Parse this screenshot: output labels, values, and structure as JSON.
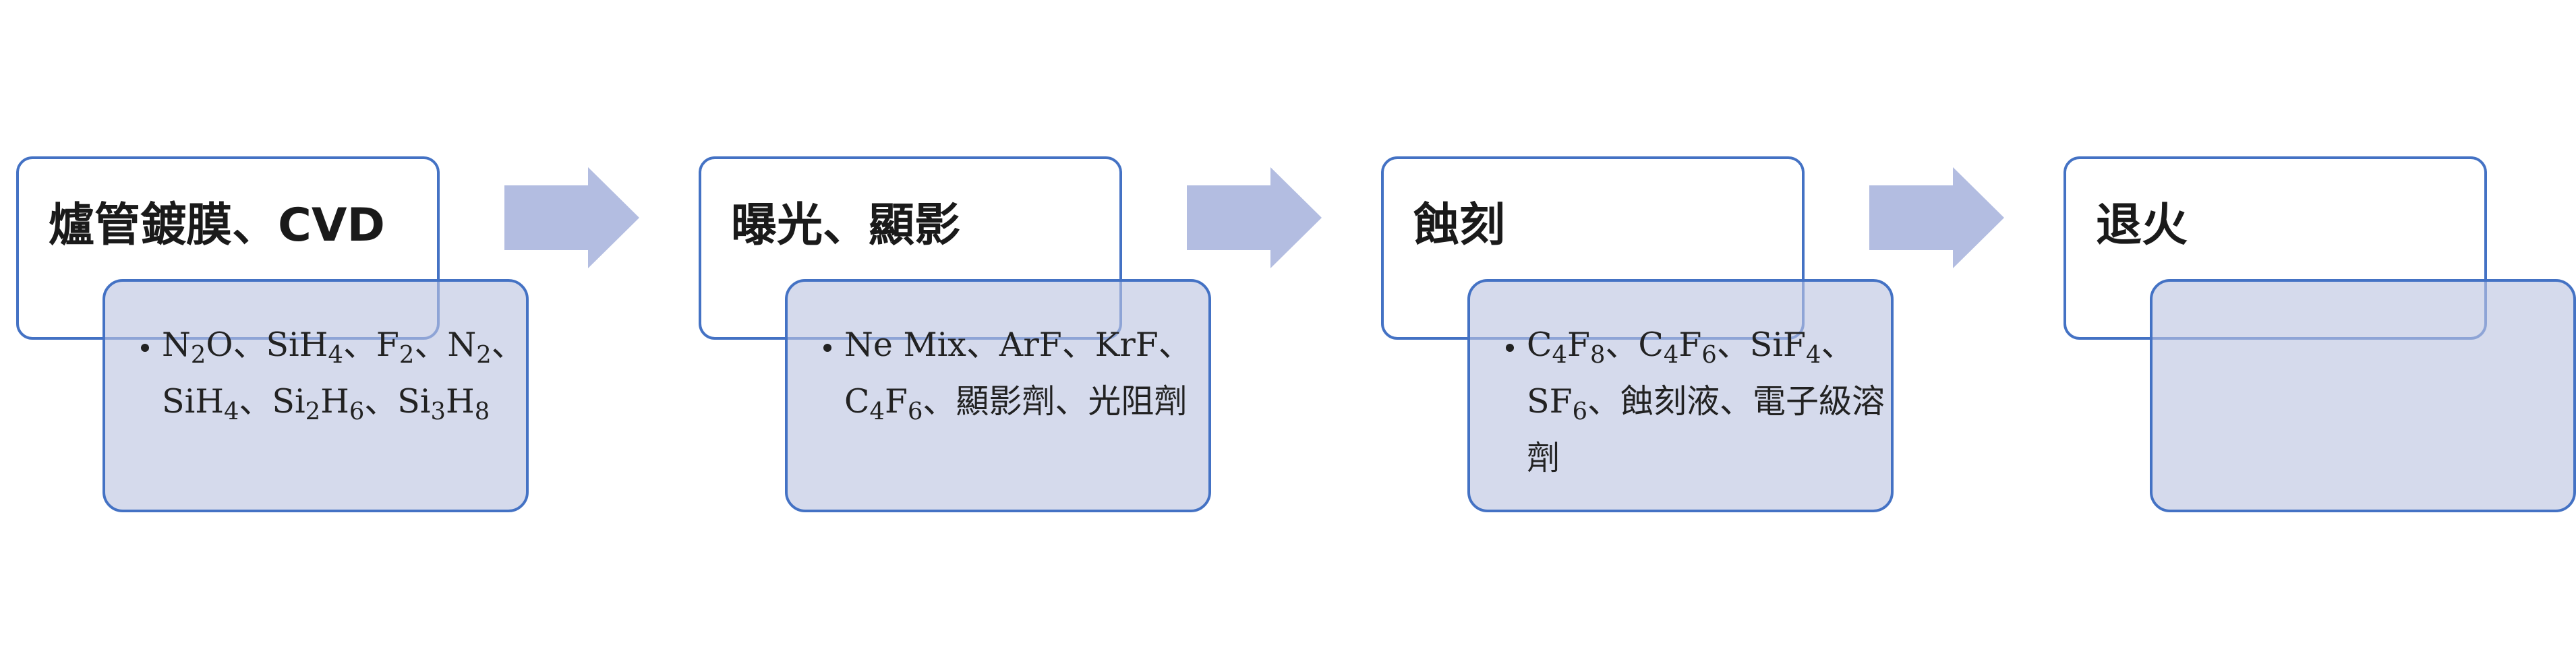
{
  "colors": {
    "outline": "#4472c4",
    "detail_fill": "#d3d8ea",
    "arrow_fill": "#b3bde1",
    "title_text": "#1a1a1a"
  },
  "steps": [
    {
      "title": "爐管鍍膜、CVD",
      "detail_html": "N<sub>2</sub>O、SiH<sub>4</sub>、F<sub>2</sub>、N<sub>2</sub>、SiH<sub>4</sub>、Si<sub>2</sub>H<sub>6</sub>、Si<sub>3</sub>H<sub>8</sub>"
    },
    {
      "title": "曝光、顯影",
      "detail_html": "Ne Mix、ArF、KrF、C<sub>4</sub>F<sub>6</sub>、顯影劑、光阻劑"
    },
    {
      "title": "蝕刻",
      "detail_html": "C<sub>4</sub>F<sub>8</sub>、C<sub>4</sub>F<sub>6</sub>、SiF<sub>4</sub>、SF<sub>6</sub>、蝕刻液、電子級溶劑"
    },
    {
      "title": "退火",
      "detail_html": ""
    }
  ],
  "arrows": [
    {
      "icon": "right-arrow-icon"
    },
    {
      "icon": "right-arrow-icon"
    },
    {
      "icon": "right-arrow-icon"
    }
  ]
}
